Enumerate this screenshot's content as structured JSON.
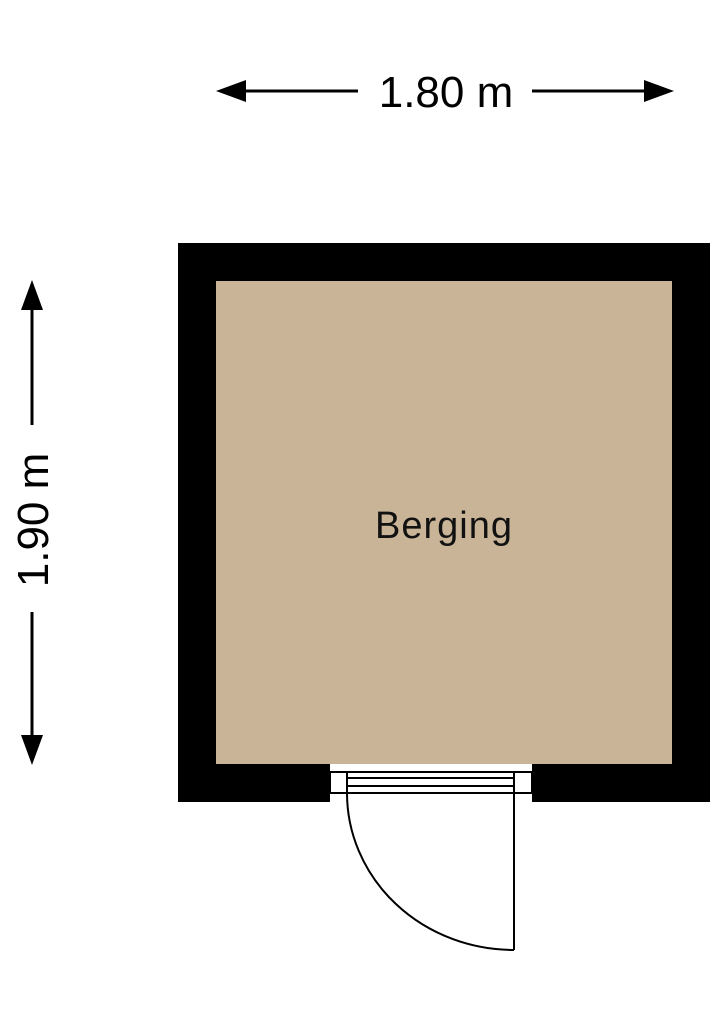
{
  "dimensions": {
    "width_label": "1.80 m",
    "height_label": "1.90 m"
  },
  "room": {
    "name": "Berging",
    "floor_color": "#c9b497",
    "wall_color": "#000000"
  }
}
